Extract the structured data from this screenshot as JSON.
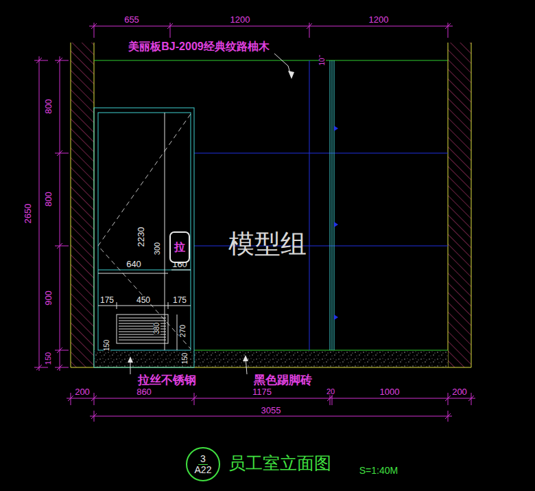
{
  "diagram": {
    "title": "员工室立面图",
    "nodes": [
      {
        "text": [
          "3",
          "A22"
        ]
      },
      {
        "text": [
          "拉"
        ]
      }
    ],
    "labels": [
      "655",
      "1200",
      "1200",
      "美丽板BJ-2009经典纹路柚木",
      "10",
      "800",
      "800",
      "900",
      "150",
      "2650",
      "2230",
      "300",
      "640",
      "160",
      "175",
      "450",
      "175",
      "380",
      "270",
      "150",
      "150",
      "模型组",
      "拉丝不锈钢",
      "黑色踢脚砖",
      "200",
      "860",
      "1175",
      "20",
      "1000",
      "200",
      "3055",
      "S=1:40M"
    ]
  }
}
